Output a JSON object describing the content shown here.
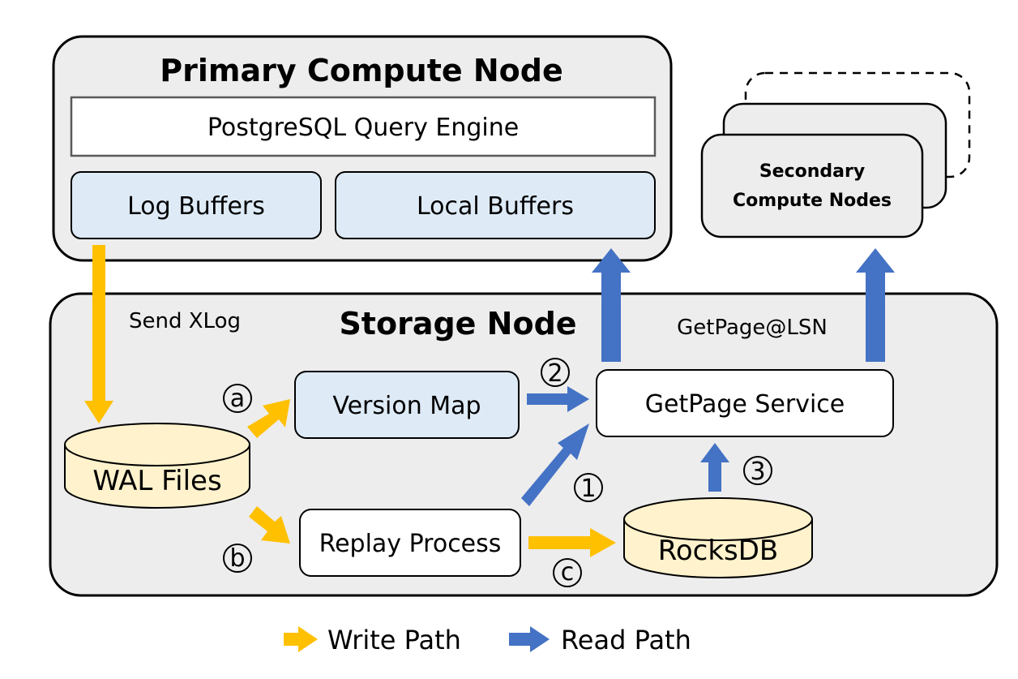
{
  "colors": {
    "write_path": "#FFC000",
    "read_path": "#4472C4",
    "buffer_fill": "#DEEBF7",
    "storage_fill": "#EDEDED",
    "cylinder_fill": "#FFF2CC",
    "outline": "#000000"
  },
  "primary_node": {
    "title": "Primary Compute Node",
    "query_engine": "PostgreSQL Query Engine",
    "log_buffers": "Log Buffers",
    "local_buffers": "Local Buffers"
  },
  "secondary_nodes": {
    "line1": "Secondary",
    "line2": "Compute Nodes"
  },
  "storage_node": {
    "title": "Storage Node",
    "send_xlog": "Send XLog",
    "getpage_lsn": "GetPage@LSN",
    "wal_files": "WAL Files",
    "version_map": "Version Map",
    "getpage_service": "GetPage Service",
    "replay_process": "Replay Process",
    "rocksdb": "RocksDB"
  },
  "step_markers": {
    "a": "a",
    "b": "b",
    "c": "c",
    "one": "1",
    "two": "2",
    "three": "3"
  },
  "legend": {
    "write_path": "Write Path",
    "read_path": "Read Path"
  }
}
